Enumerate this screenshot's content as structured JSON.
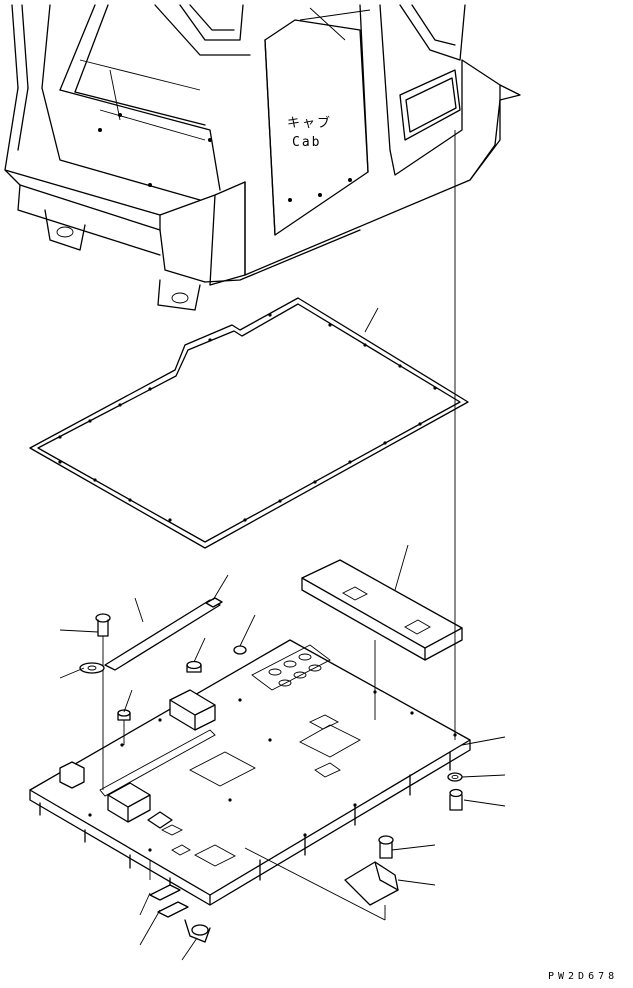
{
  "labels": {
    "cab_jp": "キャブ",
    "cab_en": "Cab",
    "drawing_code": "PW2D678"
  },
  "icons": {
    "cab": "cab-frame-icon",
    "gasket": "gasket-seal-icon",
    "floor": "floor-plate-icon",
    "mat": "mat-pad-icon",
    "bolt": "bolt-icon"
  }
}
